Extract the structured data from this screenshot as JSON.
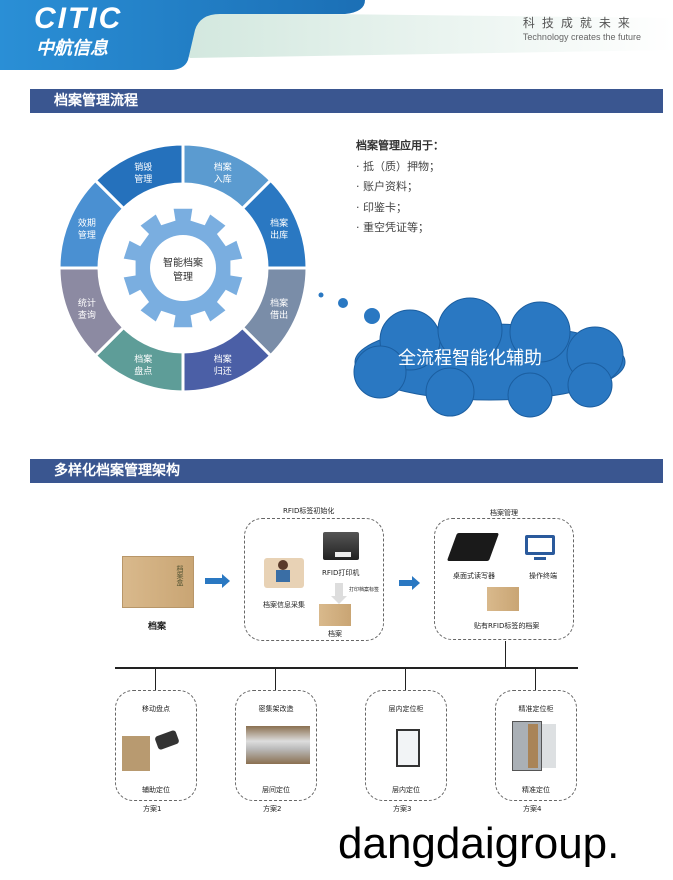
{
  "header": {
    "logo_en": "CITIC",
    "logo_cn": "中航信息",
    "slogan_cn": "科技成就未来",
    "slogan_en": "Technology creates the future"
  },
  "section1": {
    "title": "档案管理流程",
    "center_label": "智能档案管理",
    "segments": [
      {
        "label": "档案\n入库",
        "color": "#5b9bd0"
      },
      {
        "label": "档案\n出库",
        "color": "#2a78c2"
      },
      {
        "label": "档案\n借出",
        "color": "#7a8da8"
      },
      {
        "label": "档案\n归还",
        "color": "#4b5fa6"
      },
      {
        "label": "档案\n盘点",
        "color": "#5e9d98"
      },
      {
        "label": "统计\n查询",
        "color": "#8c8aa2"
      },
      {
        "label": "效期\n管理",
        "color": "#4a90d2"
      },
      {
        "label": "销毁\n管理",
        "color": "#2571bc"
      }
    ],
    "uses_title": "档案管理应用于：",
    "uses": [
      "· 抵（质）押物；",
      "· 账户资料；",
      "· 印鉴卡；",
      "· 重空凭证等；"
    ],
    "cloud_text": "全流程智能化辅助"
  },
  "section2": {
    "title": "多样化档案管理架构",
    "archive_label": "档案",
    "init_title": "RFID标签初始化",
    "printer_label": "RFID打印机",
    "print_step": "打印档案标签",
    "collect_label": "档案信息采集",
    "init_archive_label": "档案",
    "mgmt_title": "档案管理",
    "reader_label": "桌面式读写器",
    "terminal_label": "操作终端",
    "tagged_label": "贴有RFID标签的档案",
    "box_text": "档案盒",
    "plans": [
      {
        "title": "移动盘点",
        "sub": "辅助定位",
        "name": "方案1"
      },
      {
        "title": "密集架改造",
        "sub": "层间定位",
        "name": "方案2"
      },
      {
        "title": "层内定位柜",
        "sub": "层内定位",
        "name": "方案3"
      },
      {
        "title": "精准定位柜",
        "sub": "精准定位",
        "name": "方案4"
      }
    ]
  },
  "watermark": "dangdaigroup."
}
